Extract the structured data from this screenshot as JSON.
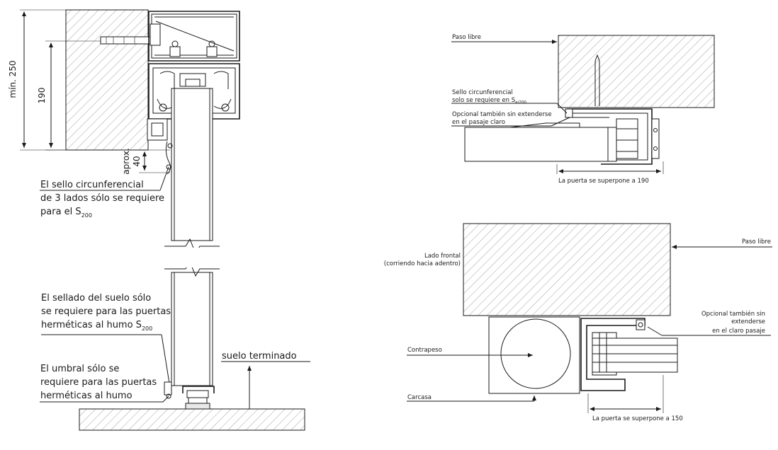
{
  "left_drawing": {
    "dim_min": "mín. 250",
    "dim_190": "190",
    "dim_approx": "aprox.",
    "dim_40": "40",
    "seal_note": [
      "El sello circunferencial",
      "de 3 lados sólo se requiere",
      "para el S",
      "200"
    ],
    "floor_seal_note": [
      "El sellado del suelo sólo",
      "se requiere para las puertas",
      "herméticas al humo S",
      "200"
    ],
    "threshold_note": [
      "El umbral sólo se",
      "requiere para las puertas",
      "herméticas al humo"
    ],
    "finished_floor": "suelo terminado"
  },
  "top_right_drawing": {
    "clear_passage": "Paso libre",
    "seal_note": [
      "Sello circunferencial",
      "solo se requiere en S",
      "a/200"
    ],
    "optional_note": [
      "Opcional también sin extenderse",
      "en el pasaje claro"
    ],
    "overlap": "La puerta se superpone a 190"
  },
  "bottom_right_drawing": {
    "clear_passage": "Paso libre",
    "front_side": [
      "Lado frontal",
      "(corriendo hacia adentro)"
    ],
    "optional_note": [
      "Opcional también sin",
      "extenderse",
      "en el claro pasaje"
    ],
    "counterweight": "Contrapeso",
    "housing": "Carcasa",
    "overlap": "La puerta se superpone a 150"
  }
}
